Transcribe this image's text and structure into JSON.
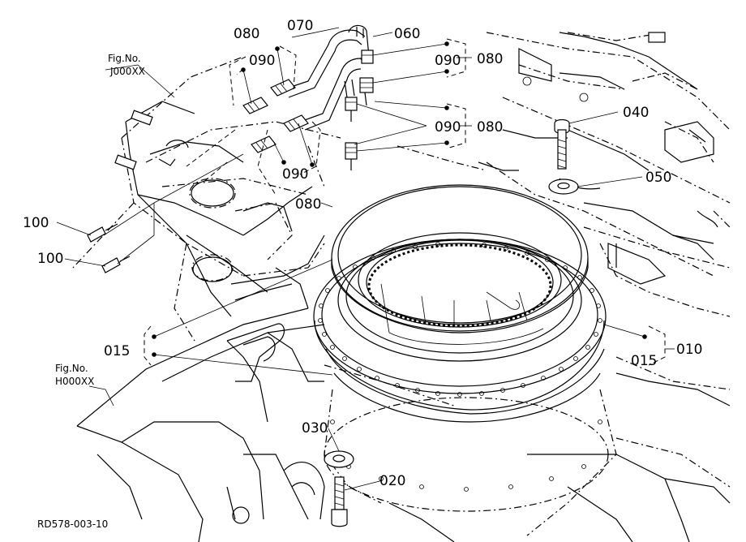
{
  "figure_refs": {
    "upper": {
      "line1": "Fig.No.",
      "line2": "J000XX"
    },
    "lower": {
      "line1": "Fig.No.",
      "line2": "H000XX"
    }
  },
  "parts": {
    "p010": "010",
    "p015a": "015",
    "p015b": "015",
    "p020": "020",
    "p030": "030",
    "p040": "040",
    "p050": "050",
    "p060": "060",
    "p070": "070",
    "p080a": "080",
    "p080b": "080",
    "p080c": "080",
    "p080d": "080",
    "p090a": "090",
    "p090b": "090",
    "p090c": "090",
    "p090d": "090",
    "p100a": "100",
    "p100b": "100"
  },
  "drawing_code": "RD578-003-10"
}
